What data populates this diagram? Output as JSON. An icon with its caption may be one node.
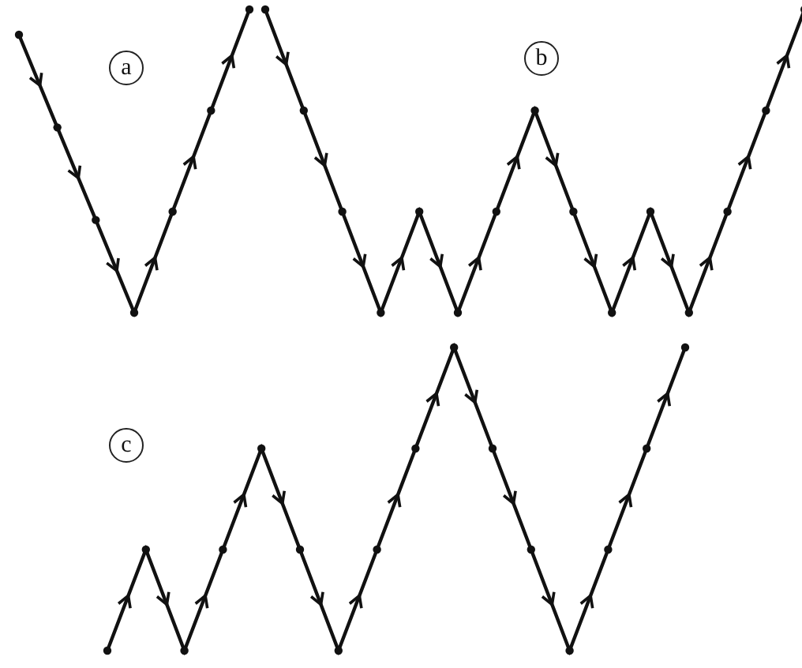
{
  "diagram": {
    "nodes": [
      {
        "text": [
          "a"
        ]
      },
      {
        "text": [
          "b"
        ]
      },
      {
        "text": [
          "c"
        ]
      }
    ]
  }
}
